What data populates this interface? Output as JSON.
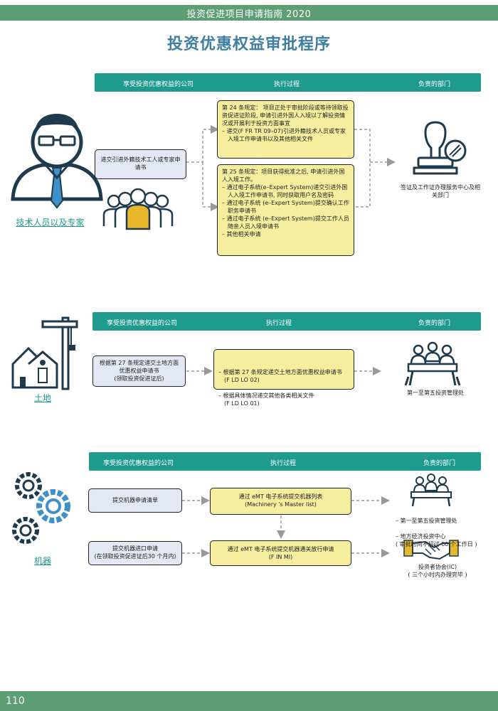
{
  "header": {
    "title": "投资促进项目申请指南 2020"
  },
  "page_title": "投资优惠权益审批程序",
  "page_number": "110",
  "sections": [
    {
      "headers": {
        "company": "享受投资优惠权益的公司",
        "process": "执行过程",
        "dept": "负责的部门"
      },
      "side_label": "技术人员以及专家",
      "submit": "递交引进外籍技术工人或专家申请书",
      "box1": {
        "lead": "第 24 条规定： 项目正处于审批阶段或等待领取投资促进证阶段, 申请引进外国人入境以了解投资情况或开展利于投资方面事宜",
        "items": [
          "递交(F FR TR 09–07)引进外籍技术人员或专家入境工作申请书以及其他相关文件"
        ]
      },
      "box2": {
        "lead": "第 25 条规定：项目获得批准之后, 申请引进外国人入境工作。",
        "items": [
          "通过电子系统(e–Expert System)递交引进外国人入境工作申请书, 同时获取用户名及密码",
          "通过电子系统 (e–Expert System)提交确认工作职务申请书",
          "通过电子系统 (e–Expert System)提交工作人员随亲人员入境申请书",
          "其他相关申请"
        ]
      },
      "dept": "签证及工作证办理服务中心及相关部门"
    },
    {
      "headers": {
        "company": "享受投资优惠权益的公司",
        "process": "执行过程",
        "dept": "负责的部门"
      },
      "side_label": "土地",
      "submit": "根据第 27 条规定递交土地方面优惠权益申请书\n(领取投资促进证后)",
      "box": {
        "items": [
          "根据第 27 条规定递交土地方面优惠权益申请书\n(F LD LO 02)",
          "根据具体情况递交其他各类相关文件\n(F LD LO 01)"
        ]
      },
      "dept": "第一至第五投资管理处"
    },
    {
      "headers": {
        "company": "享受投资优惠权益的公司",
        "process": "执行过程",
        "dept": "负责的部门"
      },
      "side_label": "机器",
      "submit1": "提交机器申请清单",
      "submit2": "提交机器进口申请\n(在领取投资促进证后30 个月内)",
      "box1": "通过 eMT 电子系统提交机器列表\n(Machinery 's Master list)",
      "box2": "通过 eMT 电子系统提交机器通关放行申请\n(F IN MI)",
      "dept1_items": [
        "第一至第五投资管理处",
        "地方经济投资中心\n( 审批时间不超过 60 个工作日 )"
      ],
      "dept2": "投资者协会(IC)\n( 三个小时内办理完毕 )"
    }
  ],
  "colors": {
    "teal": "#1e9a8f",
    "green_band": "#5e9e75",
    "title_blue": "#3e7fa0",
    "box_yellow": "#f5ee9e",
    "box_blue": "#e3e8f4",
    "icon_navy": "#1f3a4d",
    "icon_gold": "#e8b82a"
  }
}
